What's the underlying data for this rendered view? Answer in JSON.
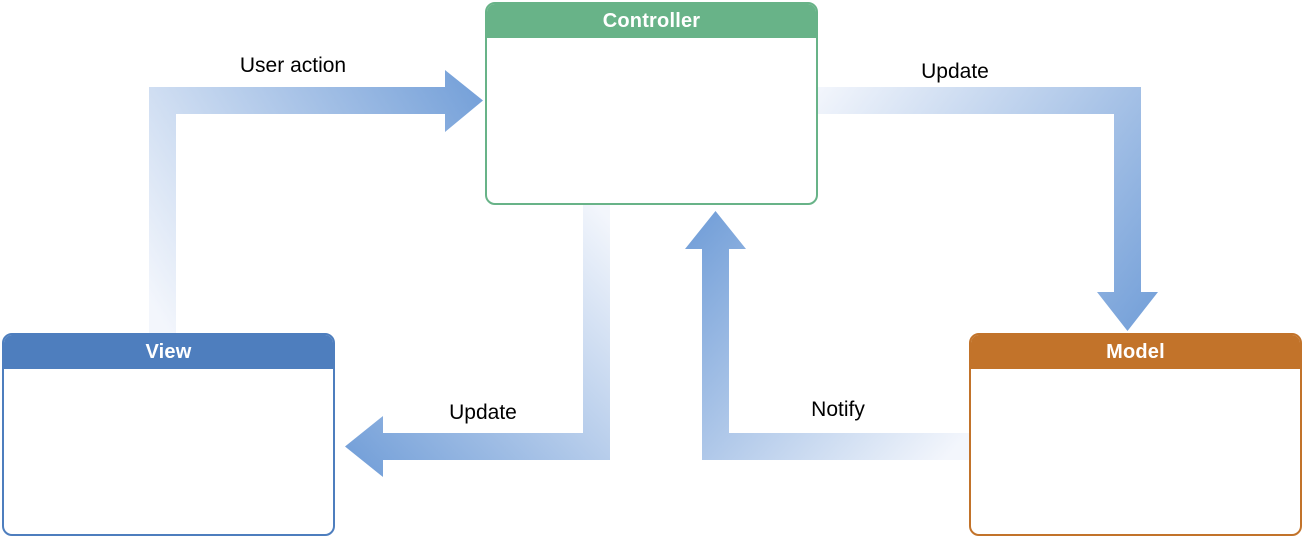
{
  "diagram": {
    "type": "flow-diagram",
    "subject": "Model-View-Controller pattern",
    "nodes": {
      "controller": {
        "label": "Controller",
        "header_color": "#68B388",
        "border_color": "#68B388"
      },
      "view": {
        "label": "View",
        "header_color": "#4E7EBE",
        "border_color": "#4E7EBE"
      },
      "model": {
        "label": "Model",
        "header_color": "#C2732A",
        "border_color": "#C2732A"
      }
    },
    "edges": {
      "user_action": {
        "label": "User action",
        "from": "View",
        "to": "Controller"
      },
      "update_model": {
        "label": "Update",
        "from": "Controller",
        "to": "Model"
      },
      "update_view": {
        "label": "Update",
        "from": "Controller",
        "to": "View"
      },
      "notify": {
        "label": "Notify",
        "from": "Model",
        "to": "Controller"
      }
    },
    "arrow_gradient": {
      "tail_color": "#F3F6FC",
      "head_color": "#76A1D9"
    },
    "label_text_color": "#000000",
    "background_color": "#FFFFFF"
  }
}
